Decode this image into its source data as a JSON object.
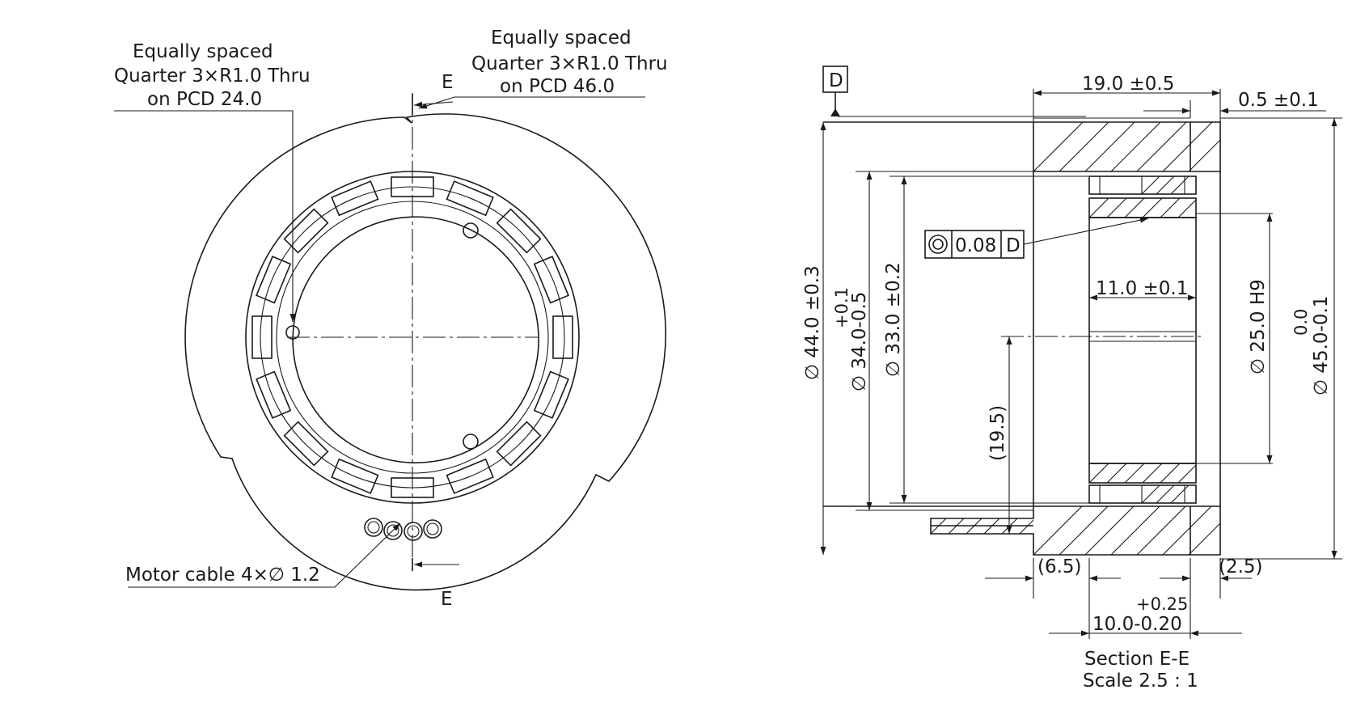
{
  "front_view": {
    "note_pcd24": [
      "Equally spaced",
      "Quarter 3×R1.0 Thru",
      "on PCD 24.0"
    ],
    "note_pcd46": [
      "Equally spaced",
      "Quarter 3×R1.0 Thru",
      "on PCD 46.0"
    ],
    "section_mark_top": "E",
    "section_mark_bottom": "E",
    "motor_cable_note": "Motor cable 4×∅ 1.2"
  },
  "section_view": {
    "datum_label": "D",
    "dim_width_top": "19.0 ±0.5",
    "dim_step_top": "0.5 ±0.1",
    "dim_outer_dia_44": "∅ 44.0 ±0.3",
    "dim_dia_34_tol": "+0.1",
    "dim_dia_34": "∅ 34.0-0.5",
    "dim_dia_33": "∅ 33.0 ±0.2",
    "concentricity_value": "0.08",
    "concentricity_datum": "D",
    "dim_length_11": "11.0 ±0.1",
    "dim_bore_25": "∅ 25.0 H9",
    "dim_dia_45_tol": "0.0",
    "dim_dia_45": "∅ 45.0-0.1",
    "dim_height_19_5": "(19.5)",
    "dim_6_5": "(6.5)",
    "dim_2_5": "(2.5)",
    "dim_10_tol": "+0.25",
    "dim_10": "10.0-0.20",
    "section_title": "Section E-E",
    "section_scale": "Scale 2.5 : 1"
  }
}
